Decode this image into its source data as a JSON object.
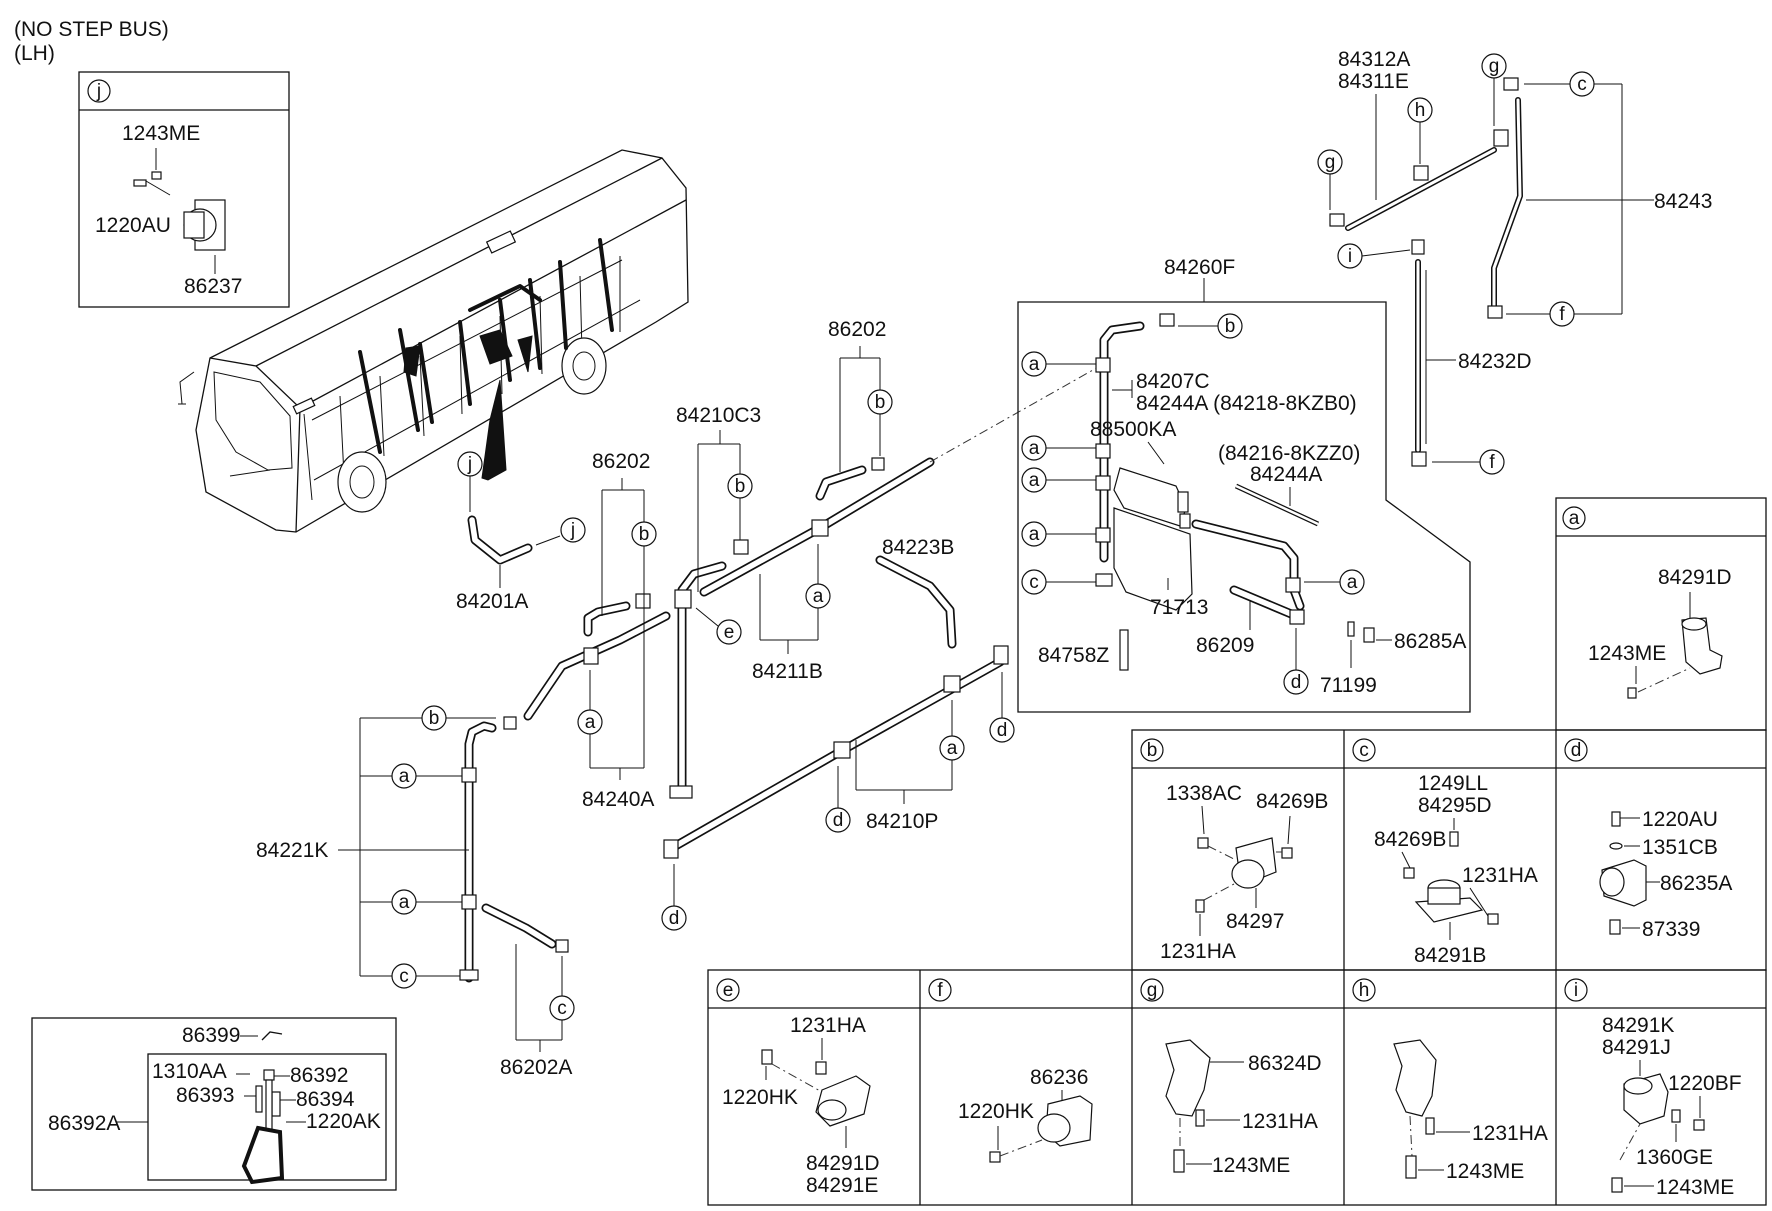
{
  "header": {
    "line1": "(NO STEP BUS)",
    "line2": "(LH)"
  },
  "labels": {
    "p1243ME_j": "1243ME",
    "p1220AU_j": "1220AU",
    "p86237": "86237",
    "p84201A": "84201A",
    "p86202_a": "86202",
    "p84210C3": "84210C3",
    "p86202_b": "86202",
    "p84211B": "84211B",
    "p84240A": "84240A",
    "p84223B": "84223B",
    "p84210P": "84210P",
    "p84221K": "84221K",
    "p86202A": "86202A",
    "p84312A": "84312A",
    "p84311E": "84311E",
    "p84243": "84243",
    "p84232D": "84232D",
    "p84260F": "84260F",
    "p84207C": "84207C",
    "p84244A_1": "84244A (84218-8KZB0)",
    "p88500KA": "88500KA",
    "p84216": "(84216-8KZZ0)",
    "p84244A_2": "84244A",
    "p71713": "71713",
    "p84758Z": "84758Z",
    "p86209": "86209",
    "p86285A": "86285A",
    "p71199": "71199",
    "p86399": "86399",
    "p1310AA": "1310AA",
    "p86392": "86392",
    "p86393": "86393",
    "p86394": "86394",
    "p1220AK": "1220AK",
    "p86392A": "86392A",
    "ta_84291D": "84291D",
    "ta_1243ME": "1243ME",
    "tb_1338AC": "1338AC",
    "tb_84269B": "84269B",
    "tb_84297": "84297",
    "tb_1231HA": "1231HA",
    "tc_1249LL": "1249LL",
    "tc_84295D": "84295D",
    "tc_84269B": "84269B",
    "tc_1231HA": "1231HA",
    "tc_84291B": "84291B",
    "td_1220AU": "1220AU",
    "td_1351CB": "1351CB",
    "td_86235A": "86235A",
    "td_87339": "87339",
    "te_1231HA": "1231HA",
    "te_1220HK": "1220HK",
    "te_84291D": "84291D",
    "te_84291E": "84291E",
    "tf_86236": "86236",
    "tf_1220HK": "1220HK",
    "tg_86324D": "86324D",
    "tg_1231HA": "1231HA",
    "tg_1243ME": "1243ME",
    "th_1231HA": "1231HA",
    "th_1243ME": "1243ME",
    "ti_84291K": "84291K",
    "ti_84291J": "84291J",
    "ti_1220BF": "1220BF",
    "ti_1360GE": "1360GE",
    "ti_1243ME": "1243ME"
  },
  "tables": {
    "a": "a",
    "b": "b",
    "c": "c",
    "d": "d",
    "e": "e",
    "f": "f",
    "g": "g",
    "h": "h",
    "i": "i",
    "j": "j"
  },
  "callouts": {
    "a": "a",
    "b": "b",
    "c": "c",
    "d": "d",
    "e": "e",
    "f": "f",
    "g": "g",
    "h": "h",
    "i": "i",
    "j": "j"
  }
}
